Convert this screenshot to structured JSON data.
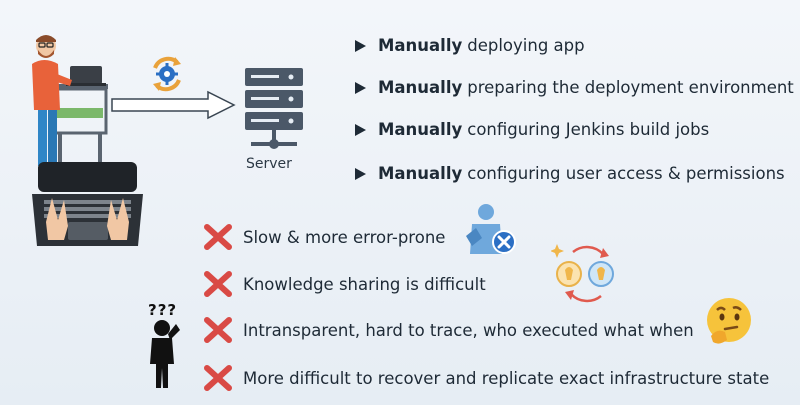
{
  "server": {
    "label": "Server"
  },
  "manual_items": [
    {
      "bold": "Manually",
      "text": "deploying app"
    },
    {
      "bold": "Manually",
      "text": "preparing the deployment environment"
    },
    {
      "bold": "Manually",
      "text": "configuring Jenkins build jobs"
    },
    {
      "bold": "Manually",
      "text": "configuring user access & permissions"
    }
  ],
  "problems": [
    {
      "text": "Slow & more error-prone"
    },
    {
      "text": "Knowledge sharing is difficult"
    },
    {
      "text": "Intransparent, hard to trace, who executed what when"
    },
    {
      "text": "More difficult to recover and replicate exact infrastructure state"
    }
  ],
  "question_marks": "???",
  "colors": {
    "cross": "#d94a45",
    "server": "#4b5868",
    "text": "#1e2a36",
    "shirt": "#e8623a",
    "pants": "#2f86c7",
    "gear": "#2b6fc4"
  },
  "icons": [
    "developer-illustration",
    "sync-gear-icon",
    "arrow-icon",
    "server-icon",
    "laptop-hands-icon",
    "user-blocked-icon",
    "idea-cycle-icon",
    "thinking-emoji-icon",
    "confused-person-icon",
    "cross-icon"
  ]
}
